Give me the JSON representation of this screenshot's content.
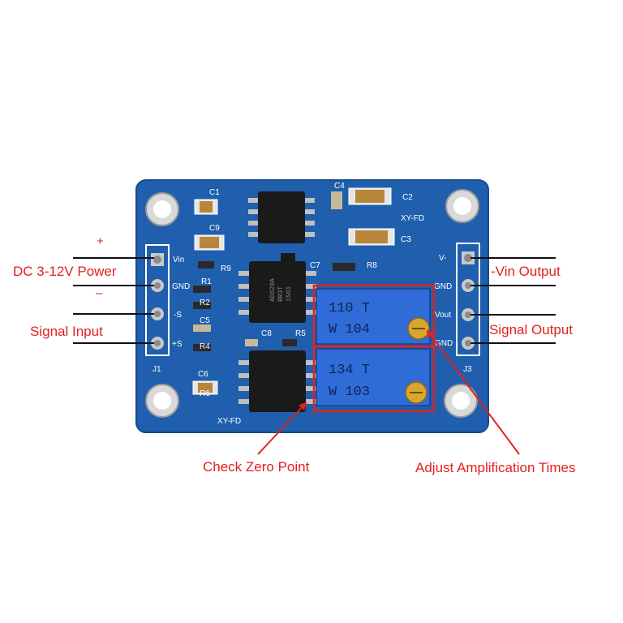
{
  "labels": {
    "plus": "+",
    "power": "DC 3-12V Power",
    "minus": "–",
    "signal_input": "Signal Input",
    "vin_output": "-Vin Output",
    "signal_output": "Signal Output",
    "check_zero": "Check Zero Point",
    "adjust_amp": "Adjust Amplification Times"
  },
  "board": {
    "pins_left": [
      "Vin",
      "GND",
      "-S",
      "+S"
    ],
    "pins_right": [
      "V-",
      "GND",
      "Vout",
      "GND"
    ],
    "connector_left": "J1",
    "connector_right": "J3",
    "model_top": "XY-FD",
    "model_bottom": "XY-FD",
    "components": [
      "C1",
      "C2",
      "C3",
      "C4",
      "C5",
      "C6",
      "C7",
      "C8",
      "C9",
      "R1",
      "R2",
      "R4",
      "R5",
      "R6",
      "R8",
      "R9"
    ],
    "chip_top_text": [
      "AD620A",
      "BR3T",
      "1501"
    ],
    "pot1": {
      "line1": "110 T",
      "line2": "W 104"
    },
    "pot2": {
      "line1": "134 T",
      "line2": "W 103"
    }
  },
  "colors": {
    "annotation": "#e3211c",
    "pcb": "#1f5fae",
    "potentiometer": "#2f6cd8",
    "chip": "#1a1a1a",
    "capacitor": "#b8863b"
  }
}
